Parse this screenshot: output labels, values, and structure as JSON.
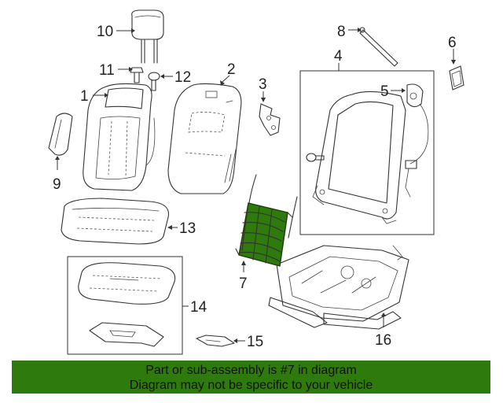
{
  "callouts": {
    "c1": "1",
    "c2": "2",
    "c3": "3",
    "c4": "4",
    "c5": "5",
    "c6": "6",
    "c7": "7",
    "c8": "8",
    "c9": "9",
    "c10": "10",
    "c11": "11",
    "c12": "12",
    "c13": "13",
    "c14": "14",
    "c15": "15",
    "c16": "16"
  },
  "highlight": {
    "part": "7",
    "color": "#2e7a0c"
  },
  "banner": {
    "line1": "Part or sub-assembly is #7 in diagram",
    "line2": "Diagram may not be specific to your vehicle",
    "color": "#2f7a0c"
  }
}
